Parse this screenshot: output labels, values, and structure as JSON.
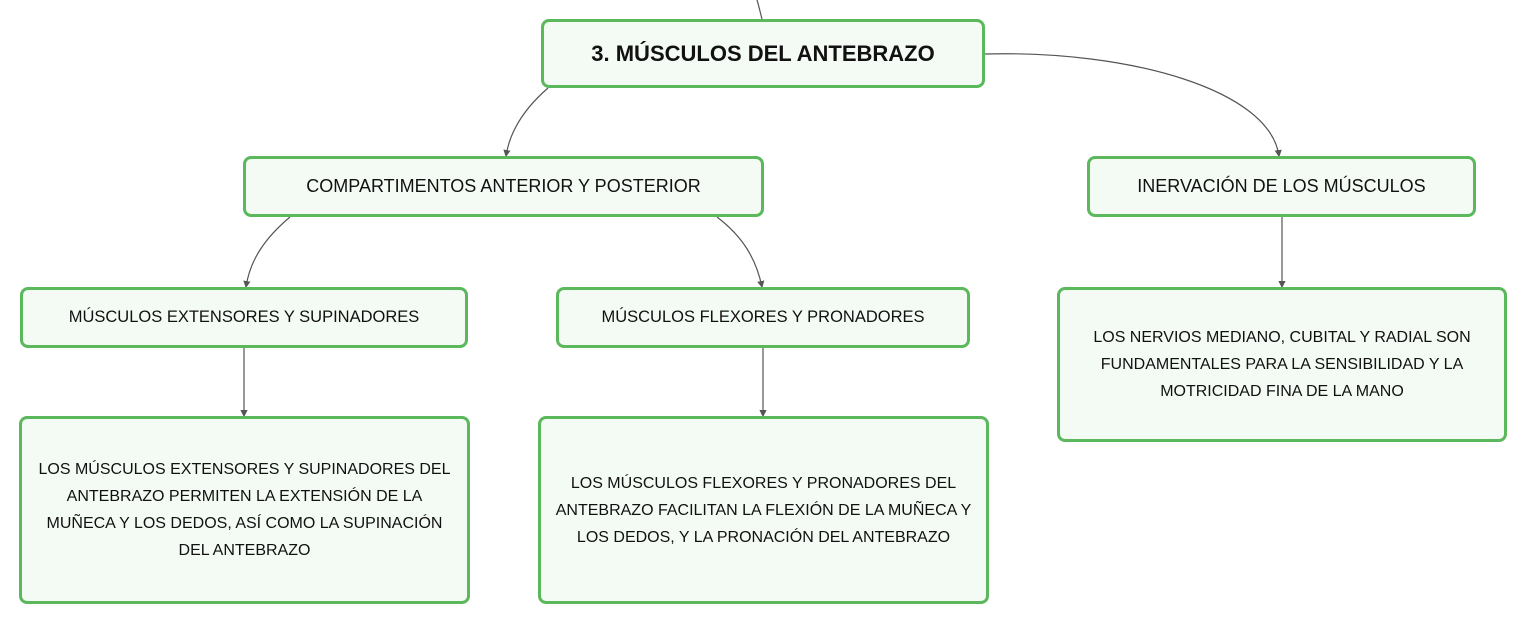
{
  "diagram": {
    "root": {
      "label": "3. MÚSCULOS DEL ANTEBRAZO"
    },
    "compartments": {
      "label": "COMPARTIMENTOS ANTERIOR Y POSTERIOR"
    },
    "innervation": {
      "label": "INERVACIÓN DE LOS MÚSCULOS"
    },
    "extensors": {
      "label": "MÚSCULOS EXTENSORES Y SUPINADORES"
    },
    "flexors": {
      "label": "MÚSCULOS FLEXORES Y PRONADORES"
    },
    "nerves_desc": {
      "label": "LOS NERVIOS MEDIANO, CUBITAL Y RADIAL SON FUNDAMENTALES PARA LA SENSIBILIDAD Y LA MOTRICIDAD FINA DE LA MANO"
    },
    "extensors_desc": {
      "label": "LOS MÚSCULOS EXTENSORES Y SUPINADORES DEL ANTEBRAZO PERMITEN LA EXTENSIÓN DE LA MUÑECA Y LOS DEDOS, ASÍ COMO LA SUPINACIÓN DEL ANTEBRAZO"
    },
    "flexors_desc": {
      "label": "LOS MÚSCULOS FLEXORES Y PRONADORES DEL ANTEBRAZO FACILITAN LA FLEXIÓN DE LA MUÑECA Y LOS DEDOS, Y LA PRONACIÓN DEL ANTEBRAZO"
    }
  },
  "colors": {
    "node_border": "#5cb85c",
    "node_fill": "#f4fbf4",
    "connector": "#555555",
    "text": "#111111"
  }
}
